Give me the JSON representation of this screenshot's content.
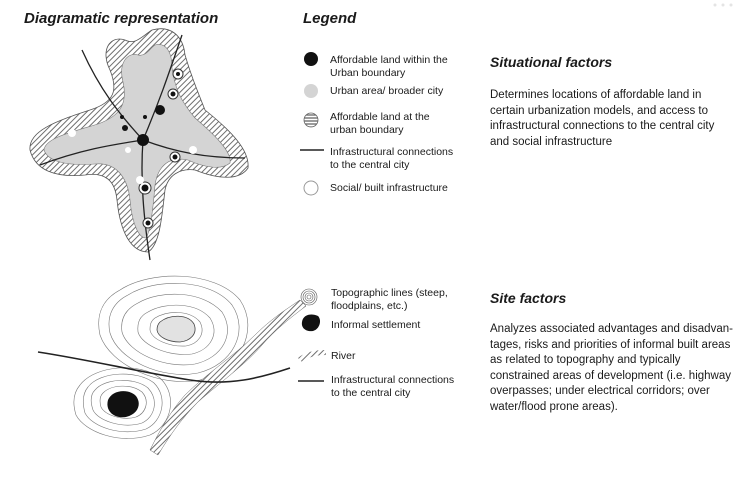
{
  "headers": {
    "diagram": "Diagramatic representation",
    "legend": "Legend",
    "situational": "Situational factors",
    "site": "Site factors"
  },
  "legend_top": [
    {
      "icon": "black-dot-icon",
      "line1": "Affordable land within the",
      "line2": "Urban boundary"
    },
    {
      "icon": "grey-dot-icon",
      "line1": "Urban area/ broader city",
      "line2": ""
    },
    {
      "icon": "hatched-circle-icon",
      "line1": "Affordable land at the",
      "line2": "urban boundary"
    },
    {
      "icon": "line-icon",
      "line1": "Infrastructural connections",
      "line2": "to the central city"
    },
    {
      "icon": "white-circle-icon",
      "line1": "Social/ built infrastructure",
      "line2": ""
    }
  ],
  "legend_bottom": [
    {
      "icon": "contour-icon",
      "line1": "Topographic lines (steep,",
      "line2": "floodplains, etc.)"
    },
    {
      "icon": "blob-icon",
      "line1": "Informal settlement",
      "line2": ""
    },
    {
      "icon": "river-icon",
      "line1": "River",
      "line2": ""
    },
    {
      "icon": "line-icon",
      "line1": "Infrastructural connections",
      "line2": "to the central city"
    }
  ],
  "situational_desc": [
    "Determines locations of affordable land in",
    "certain urbanization models, and access to",
    "infrastructural connections to the central city",
    "and social infrastructure"
  ],
  "site_desc": [
    "Analyzes associated advantages and disadvan-",
    "tages, risks and priorities of informal built areas",
    "as related to topography and typically",
    "constrained areas of development (i.e. highway",
    "overpasses; under electrical corridors; over",
    "water/flood prone areas)."
  ],
  "colors": {
    "black": "#111111",
    "grey": "#d4d4d4",
    "hatch": "#7a7a7a",
    "line": "#222222"
  }
}
